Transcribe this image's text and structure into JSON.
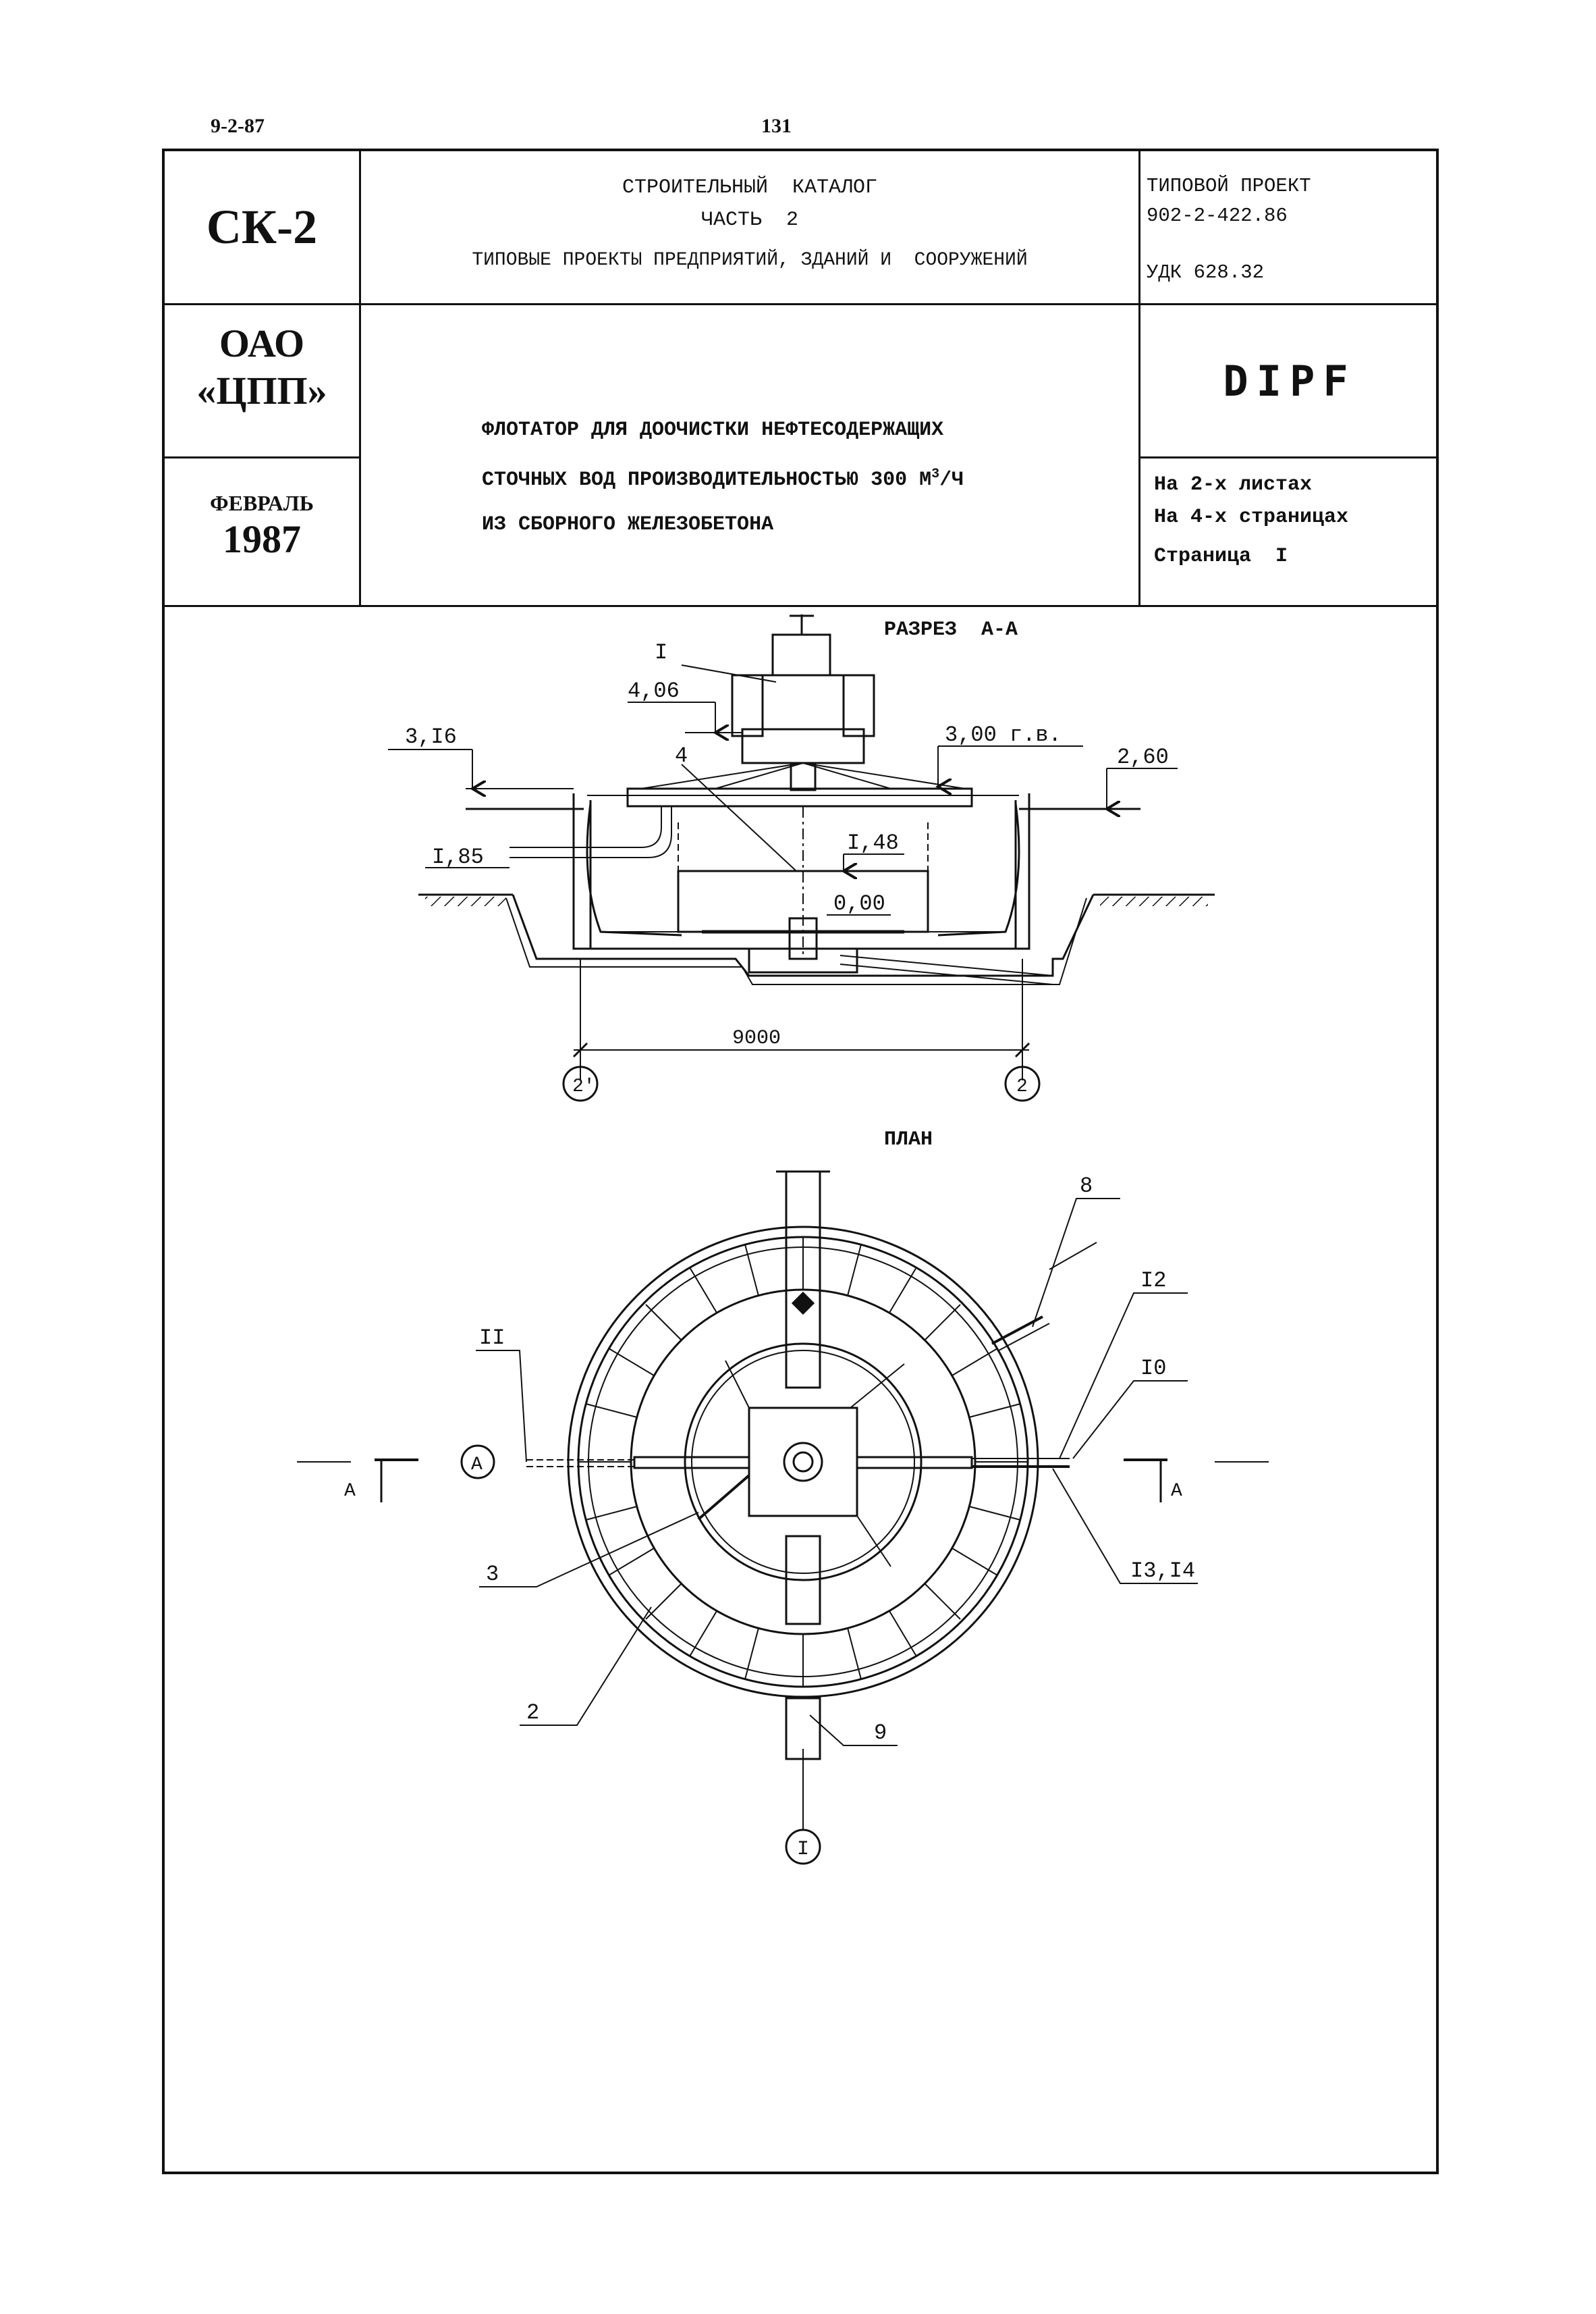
{
  "page": {
    "code": "9-2-87",
    "number": "131"
  },
  "stamp": {
    "series": "СК-2",
    "catalog_line1": "СТРОИТЕЛЬНЫЙ  КАТАЛОГ",
    "catalog_line2": "ЧАСТЬ  2",
    "catalog_line3": "ТИПОВЫЕ ПРОЕКТЫ ПРЕДПРИЯТИЙ, ЗДАНИЙ И  СООРУЖЕНИЙ",
    "project_label": "ТИПОВОЙ ПРОЕКТ",
    "project_number": "902-2-422.86",
    "udk": "УДК 628.32",
    "org_line1": "ОАО",
    "org_line2": "«ЦПП»",
    "month": "ФЕВРАЛЬ",
    "year": "1987",
    "title_line1": "ФЛОТАТОР ДЛЯ ДООЧИСТКИ НЕФТЕСОДЕРЖАЩИХ",
    "title_line2a": "СТОЧНЫХ ВОД ПРОИЗВОДИТЕЛЬНОСТЬЮ 300 М",
    "title_line2_sup": "3",
    "title_line2b": "/Ч",
    "title_line3": "ИЗ СБОРНОГО ЖЕЛЕЗОБЕТОНА",
    "code": "DIPF",
    "sheets": "На 2-х листах",
    "pages": "На 4-х страницах",
    "page_label": "Страница  I"
  },
  "section": {
    "title": "РАЗРЕЗ  А-А",
    "labels": {
      "callout_I": "I",
      "elev_406": "4,06",
      "elev_316": "3,I6",
      "elev_300": "3,00 г.в.",
      "elev_260": "2,60",
      "callout_4": "4",
      "elev_148": "I,48",
      "elev_185": "I,85",
      "elev_000": "0,00",
      "dim_9000": "9000",
      "axis_left": "2'",
      "axis_right": "2"
    }
  },
  "plan": {
    "title": "ПЛАН",
    "labels": {
      "callout_8": "8",
      "callout_12": "I2",
      "callout_10": "I0",
      "callout_11": "II",
      "axis_A": "A",
      "cut_left": "A",
      "cut_right": "A",
      "callout_3": "3",
      "callout_1314": "I3,I4",
      "callout_2": "2",
      "callout_9": "9",
      "axis_I": "I"
    }
  }
}
